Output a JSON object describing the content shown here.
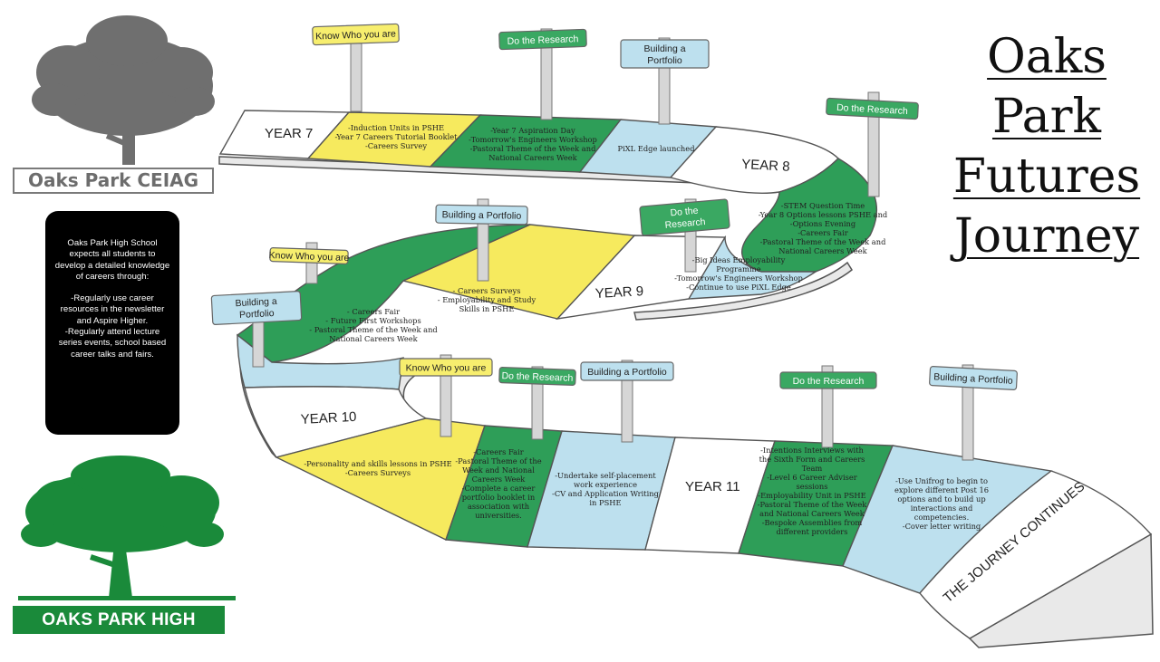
{
  "title_lines": [
    "Oaks Park",
    "Futures",
    "Journey"
  ],
  "ceiag_label": "Oaks Park CEIAG",
  "school_label": "OAKS PARK HIGH SCHOOL",
  "intro_text": "Oaks Park High School expects all students to develop a detailed knowledge of careers through:",
  "intro_points": "-Regularly  use career resources in the newsletter and Aspire Higher.\n-Regularly attend lecture series events, school based career talks and fairs.",
  "colors": {
    "yellow": "#f6ea5e",
    "green": "#2e9e58",
    "blue": "#bde0ee",
    "sign_yellow": "#f7ee6e",
    "sign_green": "#3aa862",
    "sign_blue": "#bde0ee",
    "school_green": "#1a8a3a",
    "tree_grey": "#6f6f6f"
  },
  "year_labels": [
    "YEAR 7",
    "YEAR 8",
    "YEAR 9",
    "YEAR 10",
    "YEAR 11"
  ],
  "end_label": "THE JOURNEY CONTINUES",
  "signs": [
    {
      "label": "Know Who you are",
      "type": "yellow"
    },
    {
      "label": "Do the Research",
      "type": "green"
    },
    {
      "label": "Building a Portfolio",
      "type": "blue"
    },
    {
      "label": "Do the Research",
      "type": "green"
    },
    {
      "label": "Know Who you are",
      "type": "yellow"
    },
    {
      "label": "Building a Portfolio",
      "type": "blue"
    },
    {
      "label": "Do the Research",
      "type": "green"
    },
    {
      "label": "Building a Portfolio",
      "type": "blue"
    },
    {
      "label": "Know Who you are",
      "type": "yellow"
    },
    {
      "label": "Do the Research",
      "type": "green"
    },
    {
      "label": "Building a Portfolio",
      "type": "blue"
    },
    {
      "label": "Do the Research",
      "type": "green"
    },
    {
      "label": "Building a Portfolio",
      "type": "blue"
    }
  ],
  "segment_texts": [
    "-Induction Units in PSHE\n-Year 7 Careers Tutorial Booklet\n-Careers Survey",
    "-Year 7 Aspiration Day\n-Tomorrow's Engineers Workshop\n-Pastoral Theme of the Week and\nNational Careers Week",
    "PiXL Edge launched",
    "-STEM Question Time\n-Year 8 Options lessons PSHE   and\n-Options Evening\n-Careers Fair\n-Pastoral Theme of the Week   and\nNational Careers                Week",
    "-Big Ideas Employability\nProgramme\n-Tomorrow's Engineers Workshop\n-Continue to use PiXL Edge",
    "- Careers Surveys\n- Employability and Study\nSkills in PSHE",
    "- Careers Fair\n- Future First Workshops\n- Pastoral Theme of the Week and\nNational Careers Week",
    "-Personality and skills lessons in PSHE\n-Careers Surveys",
    "-Careers Fair\n-Pastoral Theme of the\nWeek and National\nCareers Week\n-Complete a career\nportfolio booklet in\nassociation with\nuniversities.",
    "-Undertake self-placement\nwork experience\n-CV and Application Writing\nin PSHE",
    "-Intentions Interviews with\nthe Sixth Form and Careers\nTeam\n-Level 6 Career Adviser\nsessions\n-Employability Unit in PSHE\n-Pastoral Theme of the Week\nand National Careers Week\n-Bespoke Assemblies from\ndifferent providers",
    "-Use Unifrog to begin to\nexplore different Post 16\noptions  and to build up\ninteractions and\ncompetencies.\n-Cover letter writing"
  ]
}
